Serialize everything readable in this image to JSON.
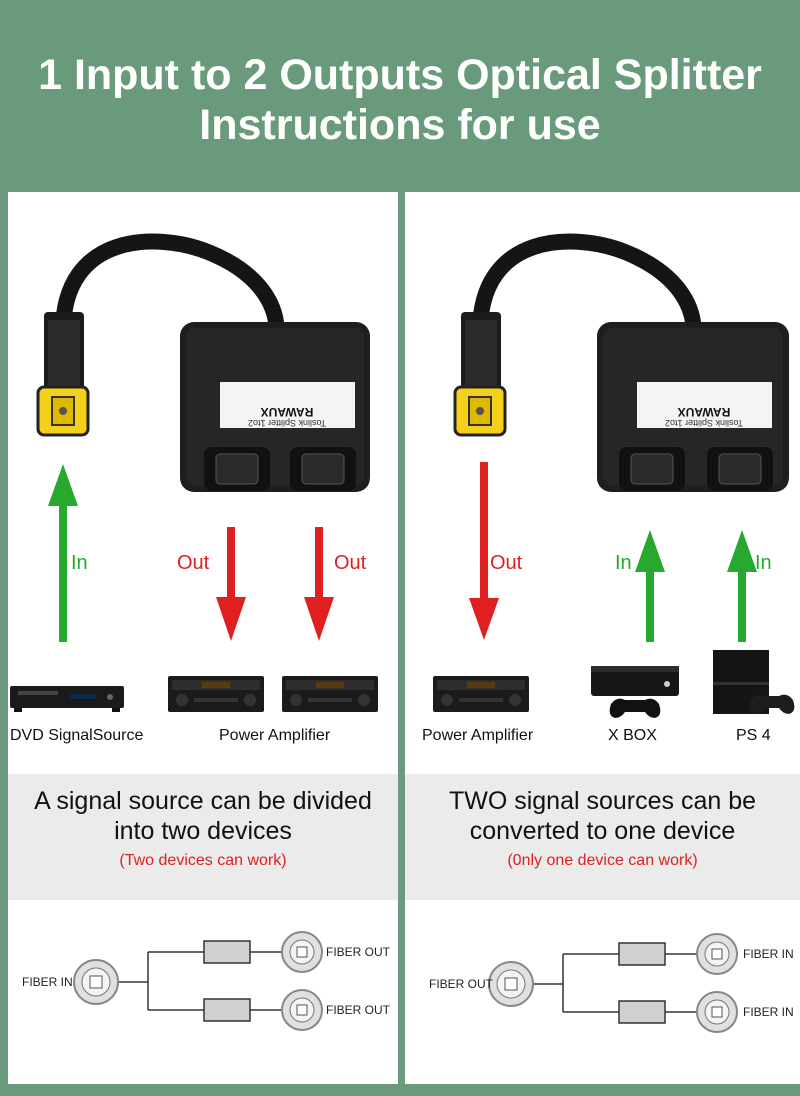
{
  "header": {
    "title_line1": "1 Input to 2 Outputs Optical Splitter",
    "title_line2": "Instructions for use",
    "background_color": "#6a9a7c"
  },
  "product": {
    "brand": "RAWAUX",
    "model": "Toslink Splitter 1to2"
  },
  "left_panel": {
    "arrows": [
      {
        "label": "In",
        "direction": "up",
        "color": "#27a82f"
      },
      {
        "label": "Out",
        "direction": "down",
        "color": "#e02020"
      },
      {
        "label": "Out",
        "direction": "down",
        "color": "#e02020"
      }
    ],
    "devices": {
      "source": "DVD SignalSource",
      "target": "Power Amplifier"
    },
    "description": {
      "line1": "A signal source can be divided",
      "line2": "into two devices",
      "note": "(Two devices can work)"
    },
    "diagram": {
      "main_port": "FIBER IN",
      "port_top": "FIBER OUT",
      "port_bottom": "FIBER OUT"
    }
  },
  "right_panel": {
    "arrows": [
      {
        "label": "Out",
        "direction": "down",
        "color": "#e02020"
      },
      {
        "label": "In",
        "direction": "up",
        "color": "#27a82f"
      },
      {
        "label": "In",
        "direction": "up",
        "color": "#27a82f"
      }
    ],
    "devices": {
      "target": "Power Amplifier",
      "source1": "X BOX",
      "source2": "PS 4"
    },
    "description": {
      "line1": "TWO signal sources can be",
      "line2": "converted to one device",
      "note": "(0nly one device can work)"
    },
    "diagram": {
      "main_port": "FIBER OUT",
      "port_top": "FIBER IN",
      "port_bottom": "FIBER IN"
    }
  }
}
